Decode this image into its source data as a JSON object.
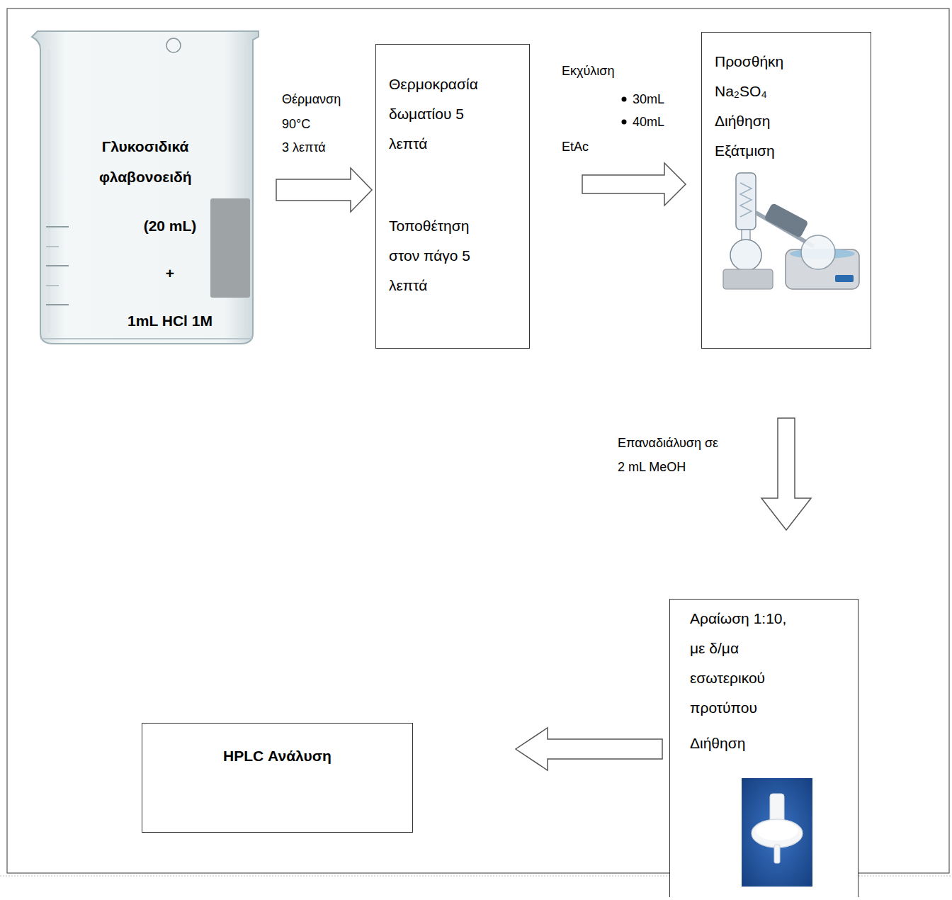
{
  "diagram": {
    "nodes": [
      {
        "text": [
          "Γλυκοσιδικά φλαβονοειδή",
          "(20 mL)",
          "+",
          "1mL HCl 1M"
        ]
      },
      {
        "text": [
          "Θερμοκρασία δωματίου 5 λεπτά",
          "Τοποθέτηση στον πάγο 5 λεπτά"
        ]
      },
      {
        "text": [
          "Προσθήκη",
          "Na₂SO₄",
          "Διήθηση",
          "Εξάτμιση"
        ]
      },
      {
        "text": [
          "Αραίωση 1:10, με δ/μα εσωτερικού προτύπου",
          "Διήθηση"
        ]
      },
      {
        "text": [
          "HPLC Ανάλυση"
        ]
      }
    ],
    "edges": [
      {
        "from": 0,
        "to": 1,
        "label": "Θέρμανση",
        "arrow": "to"
      },
      {
        "from": 1,
        "to": 2,
        "label": "Εκχύλιση",
        "arrow": "to"
      },
      {
        "from": 2,
        "to": 3,
        "label": "Επαναδιάλυση σε 2 mL MeOH",
        "arrow": "to"
      },
      {
        "from": 3,
        "to": 4,
        "arrow": "to"
      }
    ],
    "labels": [
      "90°C",
      "3 λεπτά",
      "30mL",
      "40mL",
      "EtAc"
    ]
  }
}
